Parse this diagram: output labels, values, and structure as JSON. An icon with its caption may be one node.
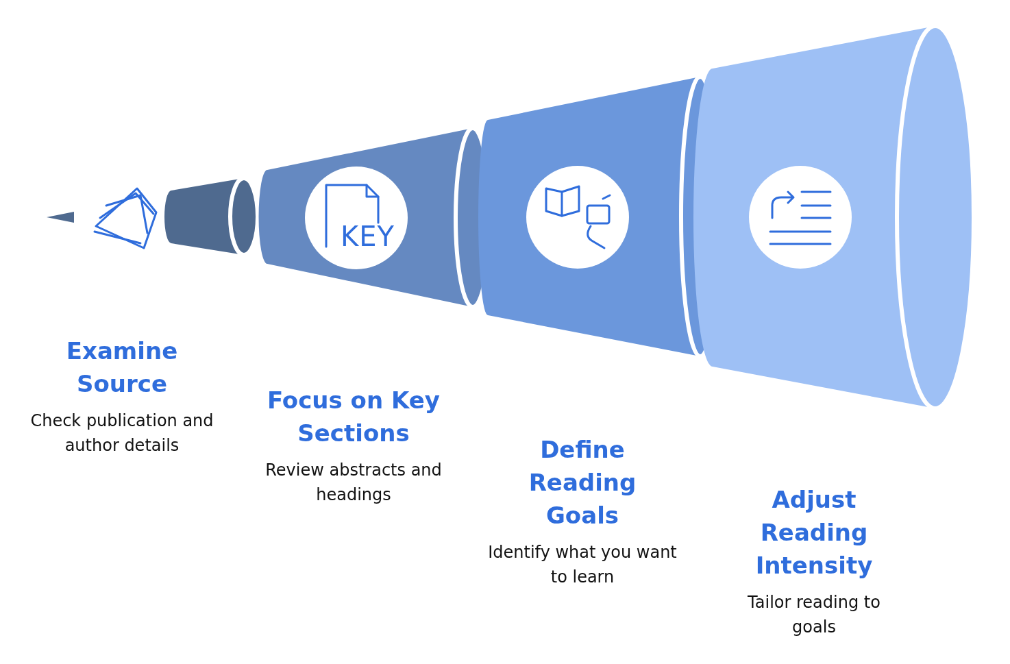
{
  "diagram": {
    "nodes": [
      {
        "text": [
          "Examine Source",
          "Check publication and author details"
        ]
      },
      {
        "text": [
          "Focus on Key Sections",
          "Review abstracts and headings"
        ]
      },
      {
        "text": [
          "Define Reading Goals",
          "Identify what you want to learn"
        ]
      },
      {
        "text": [
          "Adjust Reading Intensity",
          "Tailor reading to goals"
        ]
      }
    ],
    "labels": [
      "KEY"
    ]
  }
}
